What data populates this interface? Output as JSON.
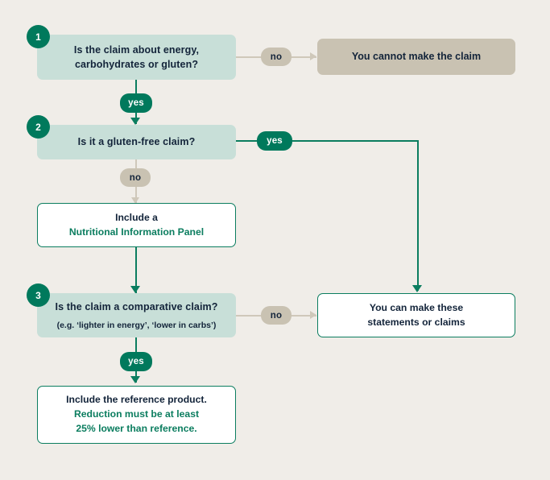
{
  "chart_data": {
    "type": "diagram",
    "title": "Nutrition claim decision flowchart",
    "background_color": "#f0ede8",
    "accent_green": "#00795c",
    "accent_taupe": "#c9c2b2",
    "question_box_color": "#c8dfd8"
  },
  "nodes": {
    "step1": {
      "number": "1",
      "question": "Is the claim about energy,",
      "question_line2": "carbohydrates or gluten?"
    },
    "step2": {
      "number": "2",
      "question": "Is it a gluten-free claim?"
    },
    "step3": {
      "number": "3",
      "question": "Is the claim a comparative claim?",
      "example": "(e.g. ‘lighter in energy’, ‘lower in carbs’)"
    },
    "cannot_claim": {
      "label": "You cannot make the claim"
    },
    "nip": {
      "line1": "Include a",
      "line2": "Nutritional Information Panel"
    },
    "can_claim": {
      "line1": "You can make these",
      "line2": "statements or claims"
    },
    "reference": {
      "line1": "Include the reference product.",
      "line2": "Reduction must be at least",
      "line3": "25% lower than reference."
    }
  },
  "edges": {
    "step1_no": "no",
    "step1_yes": "yes",
    "step2_no": "no",
    "step2_yes": "yes",
    "step3_no": "no",
    "step3_yes": "yes"
  }
}
